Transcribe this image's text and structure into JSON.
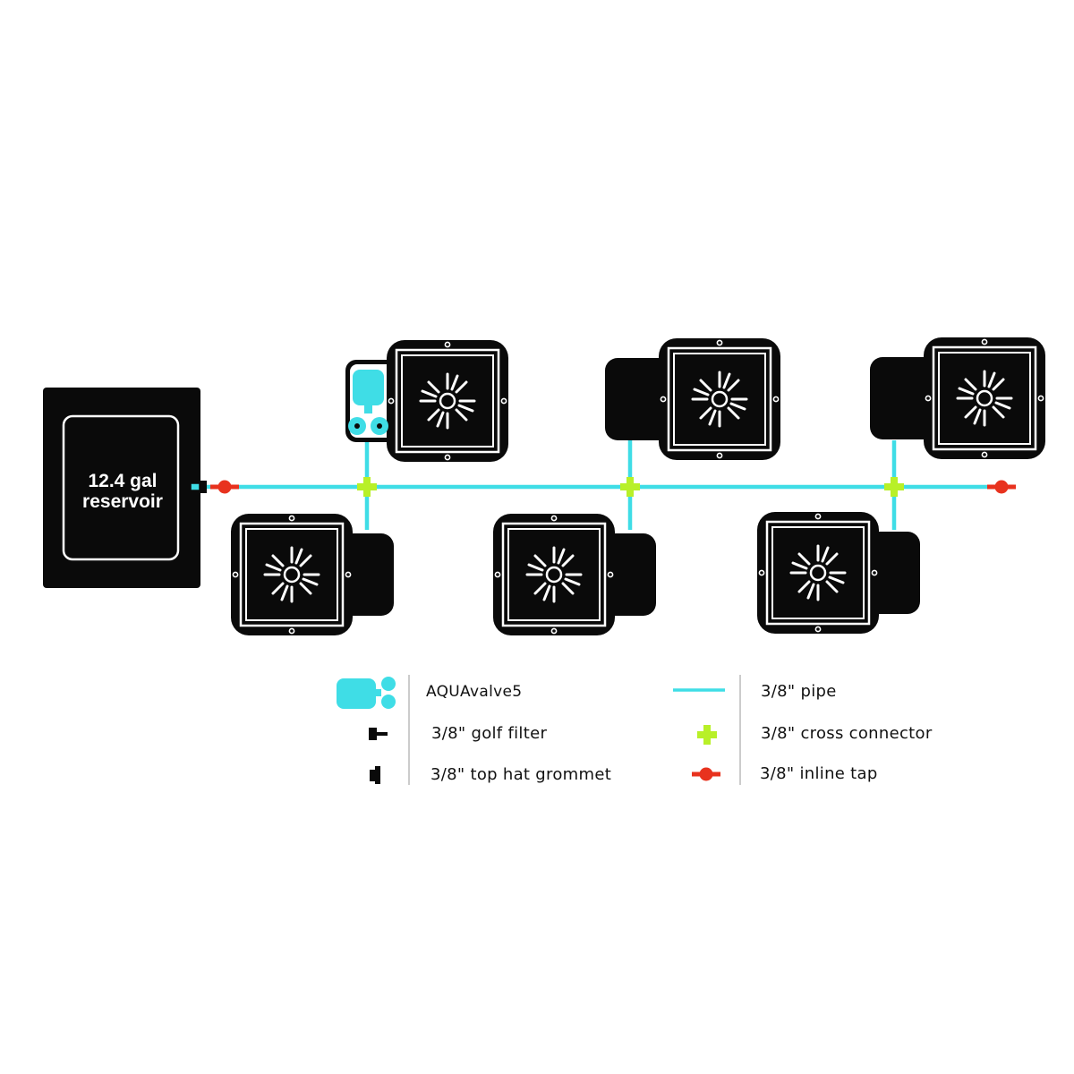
{
  "reservoir": {
    "line1": "12.4 gal",
    "line2": "reservoir"
  },
  "legend": {
    "left": [
      {
        "icon": "aquavalve-icon",
        "label": "AQUAvalve5"
      },
      {
        "icon": "golf-filter-icon",
        "label": "3/8\" golf filter"
      },
      {
        "icon": "top-hat-grommet-icon",
        "label": "3/8\" top hat grommet"
      }
    ],
    "right": [
      {
        "icon": "pipe-icon",
        "label": "3/8\" pipe"
      },
      {
        "icon": "cross-connector-icon",
        "label": "3/8\" cross connector"
      },
      {
        "icon": "inline-tap-icon",
        "label": "3/8\" inline tap"
      }
    ]
  },
  "colors": {
    "pipe": "#3fdde6",
    "cross_connector": "#b8f028",
    "inline_tap": "#e8321e",
    "aquavalve": "#3fdde6",
    "pot": "#0a0a0a",
    "reservoir": "#0a0a0a"
  },
  "pots": {
    "top_row_count": 3,
    "bottom_row_count": 3
  }
}
